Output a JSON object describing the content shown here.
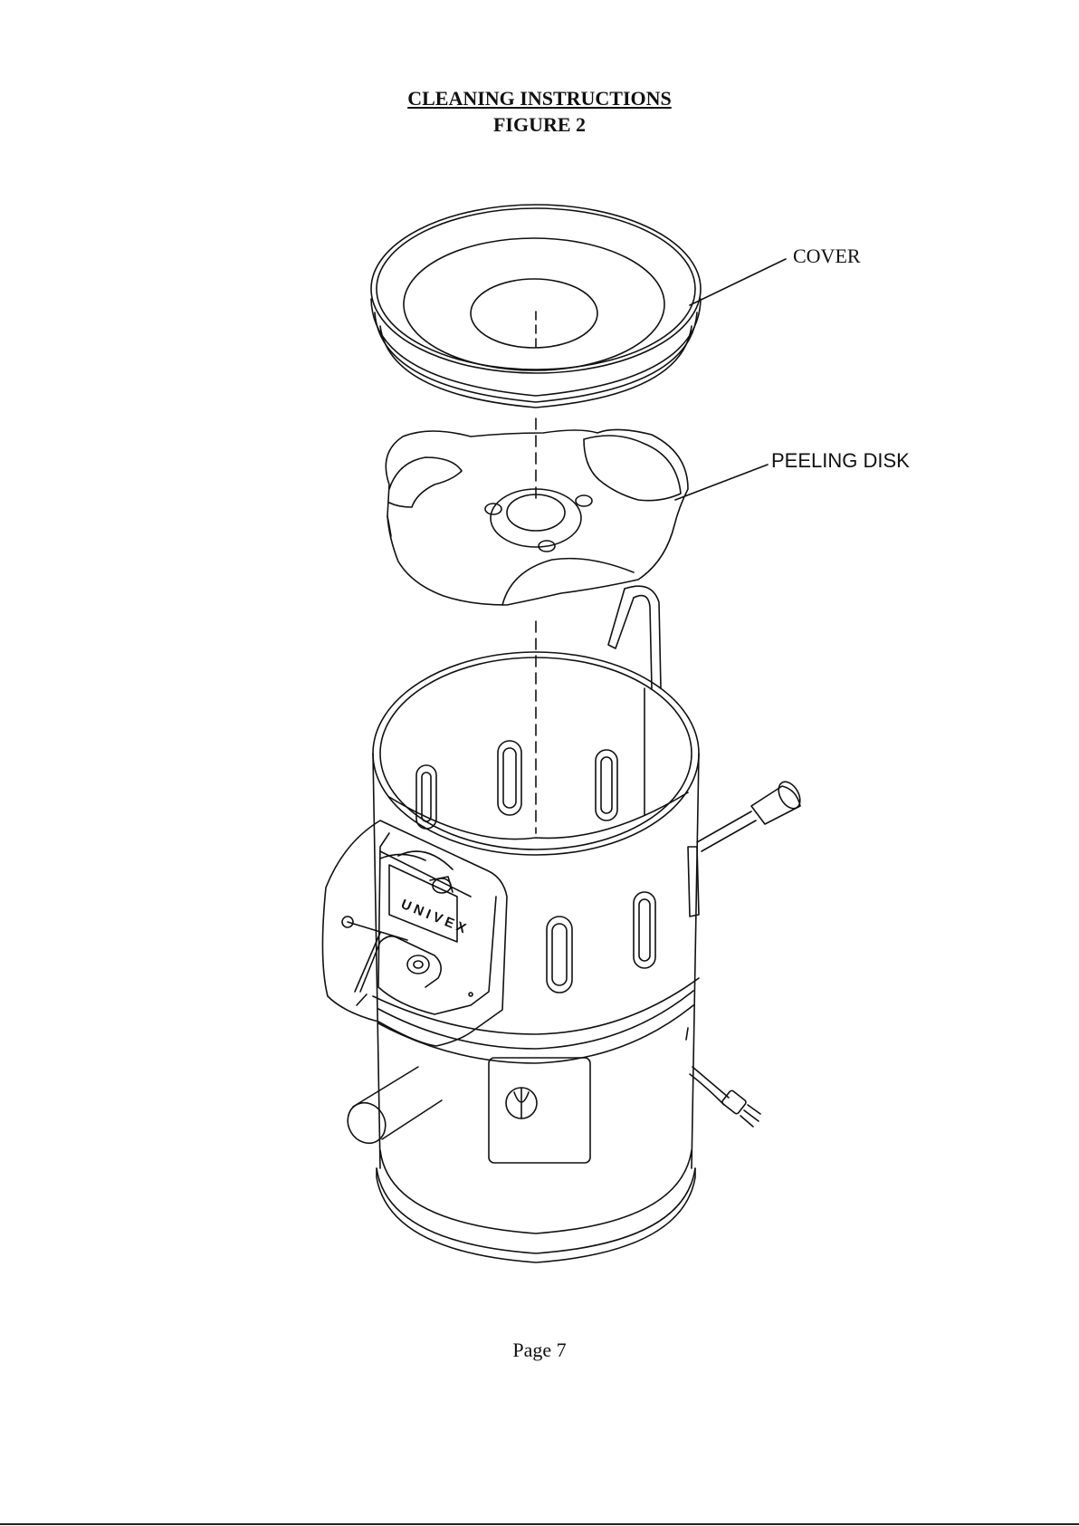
{
  "header": {
    "title": "CLEANING INSTRUCTIONS",
    "figure": "FIGURE 2"
  },
  "callouts": {
    "cover": "COVER",
    "peeling_disk": "PEELING DISK"
  },
  "brand_mark": "UNIVEX",
  "footer": {
    "page": "Page 7"
  }
}
